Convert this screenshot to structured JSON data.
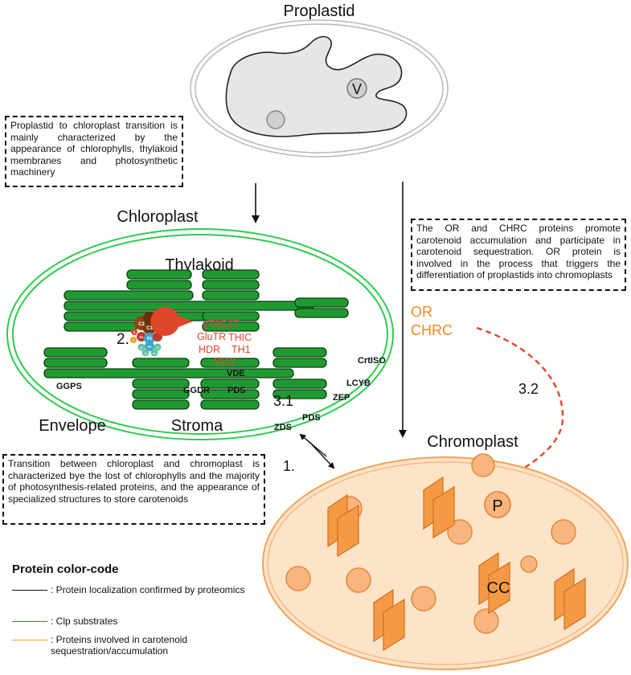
{
  "labels": {
    "proplastid": "Proplastid",
    "vacuole": "V",
    "chloroplast": "Chloroplast",
    "thylakoid": "Thylakoid",
    "envelope": "Envelope",
    "stroma": "Stroma",
    "chromoplast": "Chromoplast",
    "plastoglobule": "P",
    "carotenoid_crystal": "CC"
  },
  "step_numbers": {
    "s2": "2.",
    "s1": "1.",
    "s31": "3.1",
    "s32": "3.2"
  },
  "clp_complex_labels": {
    "c1": "C1",
    "c2": "C2",
    "d": "D",
    "s": "S",
    "f": "F",
    "r1": "R1",
    "p1": "P1",
    "p6": "P6",
    "t1": "T1",
    "t2": "T2",
    "t3": "T3",
    "t4": "T4"
  },
  "clp_substrates": [
    "pTAC17",
    "GluTR",
    "THIC",
    "HDR",
    "TH1",
    "MDS"
  ],
  "proteomics_proteins": {
    "ggps": "GGPS",
    "vde": "VDE",
    "ggdr": "GGDR",
    "pds_stroma": "PDS",
    "crtiso": "CrtISO",
    "lcyb": "LCYB",
    "zep": "ZEP",
    "pds": "PDS",
    "zds": "ZDS"
  },
  "sequestration_proteins": [
    "OR",
    "CHRC"
  ],
  "notes": {
    "proplastid_to_chloroplast": "Proplastid to chloroplast transition is mainly characterized by the appearance of chlorophylls, thylakoid membranes and photosynthetic machinery",
    "or_chrc": "The OR and CHRC proteins promote carotenoid accumulation and participate in carotenoid sequestration. OR protein is involved in the process that triggers the differentiation of proplastids into chromoplasts",
    "chloroplast_to_chromoplast": "Transition between chloroplast and chromoplast is characterized bye the lost of chlorophylls and the majority of photosynthesis-related proteins, and the appearance of specialized structures to store carotenoids"
  },
  "legend": {
    "title": "Protein color-code",
    "items": [
      {
        "text": ": Protein localization confirmed by proteomics",
        "color": "#111111"
      },
      {
        "text": ": Clp substrates",
        "color": "#e0462a"
      },
      {
        "text": ": Proteins involved in carotenoid sequestration/accumulation",
        "color": "#f5a11b"
      }
    ]
  },
  "colors": {
    "chloroplast_envelope": "#2fcb4e",
    "thylakoid": "#1f9a31",
    "clp_substrate": "#e0462a",
    "sequestration": "#ef8a1c",
    "chromoplast_fill": "#fde3c8",
    "chromoplast_border": "#f2a35a",
    "crystal": "#f49a45",
    "proplastid_fill": "#e6e6e6"
  }
}
